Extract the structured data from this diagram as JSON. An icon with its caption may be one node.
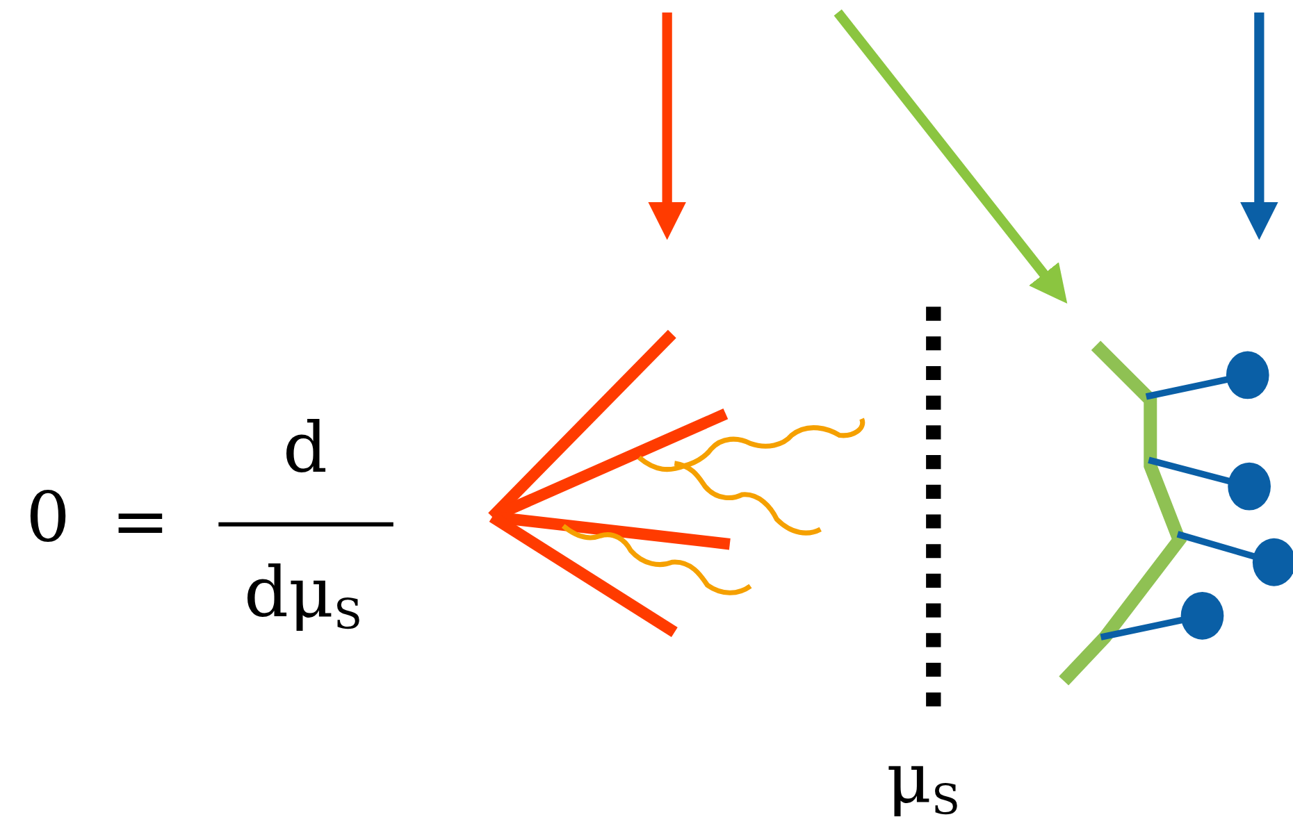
{
  "diagram": {
    "labels": [
      "0",
      "=",
      "d",
      "dμ$_{S}$",
      "μ$_{S}$"
    ]
  }
}
